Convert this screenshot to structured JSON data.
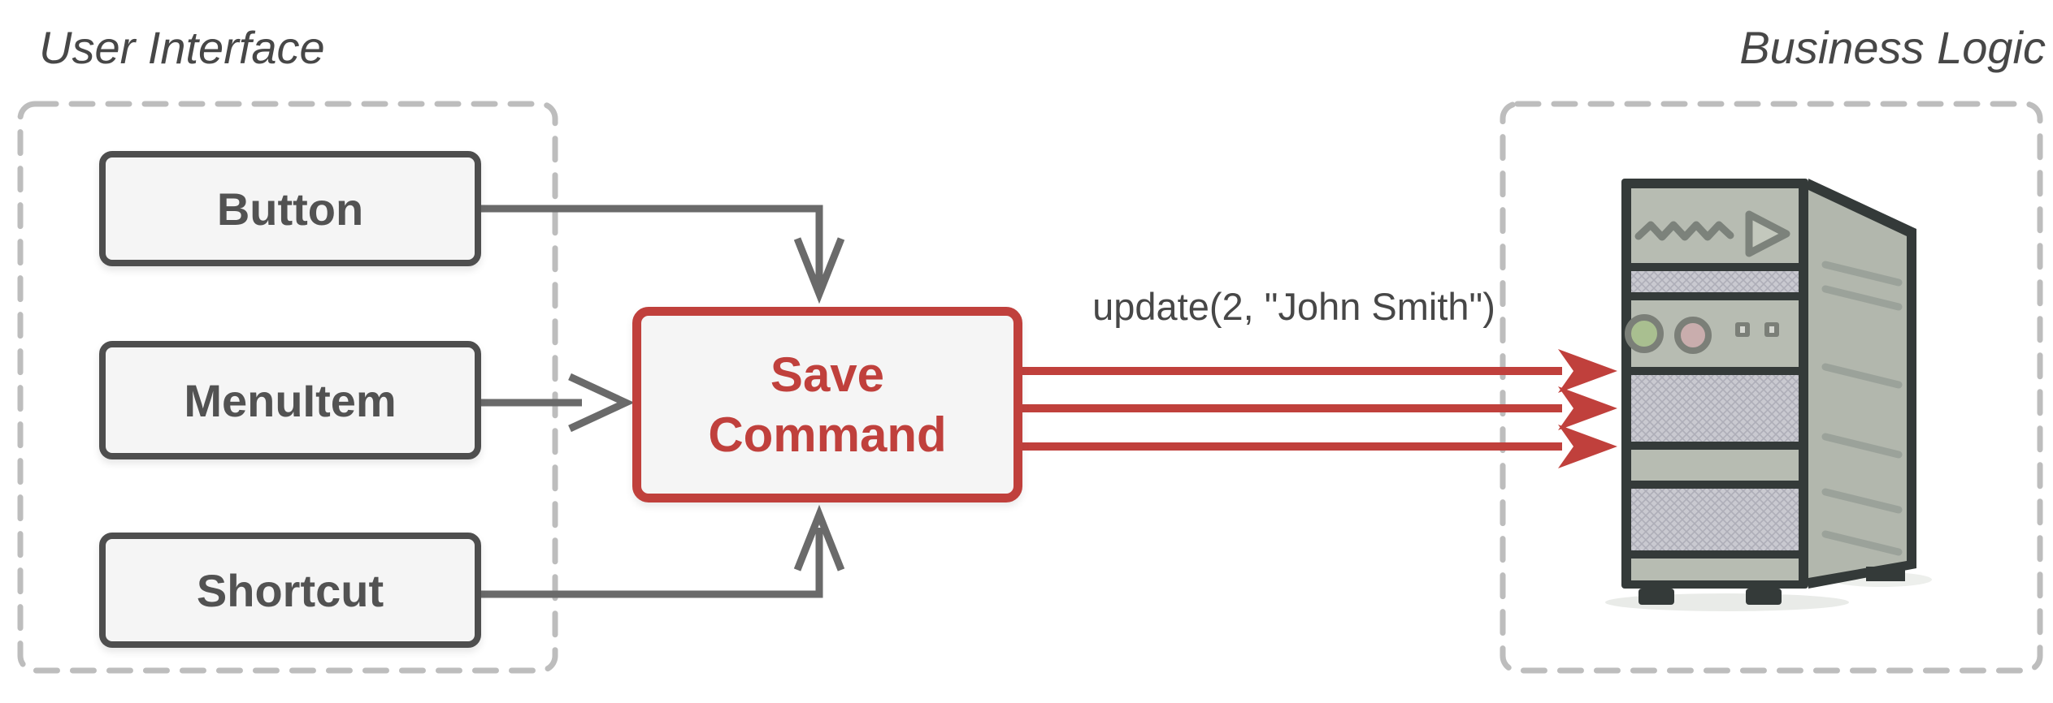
{
  "groups": {
    "ui": {
      "title": "User Interface",
      "items": [
        {
          "label": "Button"
        },
        {
          "label": "MenuItem"
        },
        {
          "label": "Shortcut"
        }
      ]
    },
    "bl": {
      "title": "Business Logic"
    }
  },
  "command": {
    "line1": "Save",
    "line2": "Command"
  },
  "message": {
    "label": "update(2, \"John Smith\")"
  },
  "icons": {
    "server": "server-tower-icon",
    "waveform": "waveform-icon",
    "play": "play-icon",
    "led_green": "green-led-icon",
    "led_pink": "pink-led-icon",
    "ports": "port-icon"
  },
  "colors": {
    "accent_red": "#c0403c",
    "arrow_gray": "#6a6a6a",
    "node_border": "#4e4e4e",
    "node_fill": "#f5f5f5",
    "dashed_border": "#bdbdbd",
    "text_dark": "#474747",
    "server_body": "#b7bcb2",
    "server_outline": "#343a39"
  }
}
